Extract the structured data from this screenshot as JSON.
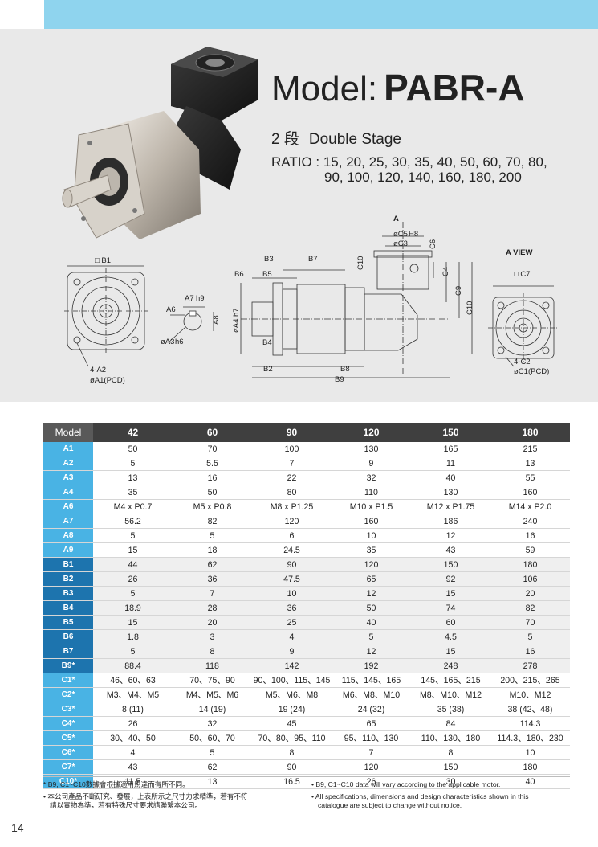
{
  "header": {
    "model_prefix": "Model:",
    "model_name": "PABR-A",
    "stage_zh": "2 段",
    "stage_en": "Double Stage",
    "ratio_line1": "RATIO : 15, 20, 25, 30, 35, 40, 50, 60, 70, 80,",
    "ratio_line2": "90, 100, 120, 140, 160, 180, 200"
  },
  "drawing_labels": {
    "b1": "□ B1",
    "a2": "4-A2",
    "a1": "øA1(PCD)",
    "a7": "A7",
    "a7_tol": "h9",
    "a6": "A6",
    "a8": "A8",
    "a3": "øA3",
    "a3_tol": "h6",
    "a4": "øA4",
    "a4_tol": "h7",
    "b6": "B6",
    "b5": "B5",
    "b3": "B3",
    "b7": "B7",
    "b4": "B4",
    "b2": "B2",
    "b8": "B8",
    "b9": "B9",
    "c10": "C10",
    "a_marker": "A",
    "c5": "øC5",
    "c5_tol": "H8",
    "c3": "øC3",
    "c6": "C6",
    "c4": "C4",
    "c9": "C9",
    "c10b": "C10",
    "aview": "A VIEW",
    "c7": "□ C7",
    "c2": "4-C2",
    "c1": "øC1(PCD)"
  },
  "table": {
    "model_label": "Model",
    "sizes": [
      "42",
      "60",
      "90",
      "120",
      "150",
      "180"
    ],
    "rows": [
      {
        "key": "A1",
        "group": "ga",
        "values": [
          "50",
          "70",
          "100",
          "130",
          "165",
          "215"
        ]
      },
      {
        "key": "A2",
        "group": "ga",
        "values": [
          "5",
          "5.5",
          "7",
          "9",
          "11",
          "13"
        ]
      },
      {
        "key": "A3",
        "group": "ga",
        "values": [
          "13",
          "16",
          "22",
          "32",
          "40",
          "55"
        ]
      },
      {
        "key": "A4",
        "group": "ga",
        "values": [
          "35",
          "50",
          "80",
          "110",
          "130",
          "160"
        ]
      },
      {
        "key": "A6",
        "group": "ga",
        "values": [
          "M4 x P0.7",
          "M5 x P0.8",
          "M8 x P1.25",
          "M10 x P1.5",
          "M12 x P1.75",
          "M14 x P2.0"
        ]
      },
      {
        "key": "A7",
        "group": "ga",
        "values": [
          "56.2",
          "82",
          "120",
          "160",
          "186",
          "240"
        ]
      },
      {
        "key": "A8",
        "group": "ga",
        "values": [
          "5",
          "5",
          "6",
          "10",
          "12",
          "16"
        ]
      },
      {
        "key": "A9",
        "group": "ga",
        "values": [
          "15",
          "18",
          "24.5",
          "35",
          "43",
          "59"
        ]
      },
      {
        "key": "B1",
        "group": "gb",
        "values": [
          "44",
          "62",
          "90",
          "120",
          "150",
          "180"
        ]
      },
      {
        "key": "B2",
        "group": "gb",
        "values": [
          "26",
          "36",
          "47.5",
          "65",
          "92",
          "106"
        ]
      },
      {
        "key": "B3",
        "group": "gb",
        "values": [
          "5",
          "7",
          "10",
          "12",
          "15",
          "20"
        ]
      },
      {
        "key": "B4",
        "group": "gb",
        "values": [
          "18.9",
          "28",
          "36",
          "50",
          "74",
          "82"
        ]
      },
      {
        "key": "B5",
        "group": "gb",
        "values": [
          "15",
          "20",
          "25",
          "40",
          "60",
          "70"
        ]
      },
      {
        "key": "B6",
        "group": "gb",
        "values": [
          "1.8",
          "3",
          "4",
          "5",
          "4.5",
          "5"
        ]
      },
      {
        "key": "B7",
        "group": "gb",
        "values": [
          "5",
          "8",
          "9",
          "12",
          "15",
          "16"
        ]
      },
      {
        "key": "B9*",
        "group": "gb",
        "values": [
          "88.4",
          "118",
          "142",
          "192",
          "248",
          "278"
        ]
      },
      {
        "key": "C1*",
        "group": "gc",
        "values": [
          "46、60、63",
          "70、75、90",
          "90、100、115、145",
          "115、145、165",
          "145、165、215",
          "200、215、265"
        ]
      },
      {
        "key": "C2*",
        "group": "gc",
        "values": [
          "M3、M4、M5",
          "M4、M5、M6",
          "M5、M6、M8",
          "M6、M8、M10",
          "M8、M10、M12",
          "M10、M12"
        ]
      },
      {
        "key": "C3*",
        "group": "gc",
        "values": [
          "8 (11)",
          "14 (19)",
          "19 (24)",
          "24 (32)",
          "35 (38)",
          "38 (42、48)"
        ]
      },
      {
        "key": "C4*",
        "group": "gc",
        "values": [
          "26",
          "32",
          "45",
          "65",
          "84",
          "114.3"
        ]
      },
      {
        "key": "C5*",
        "group": "gc",
        "values": [
          "30、40、50",
          "50、60、70",
          "70、80、95、110",
          "95、110、130",
          "110、130、180",
          "114.3、180、230"
        ]
      },
      {
        "key": "C6*",
        "group": "gc",
        "values": [
          "4",
          "5",
          "8",
          "7",
          "8",
          "10"
        ]
      },
      {
        "key": "C7*",
        "group": "gc",
        "values": [
          "43",
          "62",
          "90",
          "120",
          "150",
          "180"
        ]
      },
      {
        "key": "C10*",
        "group": "gc",
        "values": [
          "11.5",
          "13",
          "16.5",
          "26",
          "30",
          "40"
        ]
      }
    ]
  },
  "notes": {
    "zh_1": "* B9, C1~C10數據會根據適用馬達而有所不同。",
    "zh_2a": "• 本公司產品不斷研究、發展，上表所示之尺寸力求精準，若有不符",
    "zh_2b": "請以實物為準，若有特殊尺寸要求請聯繫本公司。",
    "en_1": "• B9, C1~C10 data will vary according to the applicable motor.",
    "en_2a": "• All specifications, dimensions and design characteristics shown in this",
    "en_2b": "catalogue are subject to change without notice."
  },
  "page_number": "14",
  "colors": {
    "top_band": "#8fd4ee",
    "header_bg": "#e9e9e9",
    "table_header": "#3f3f3f",
    "key_light_blue": "#49b3e4",
    "key_dark_blue": "#1d74ae"
  }
}
